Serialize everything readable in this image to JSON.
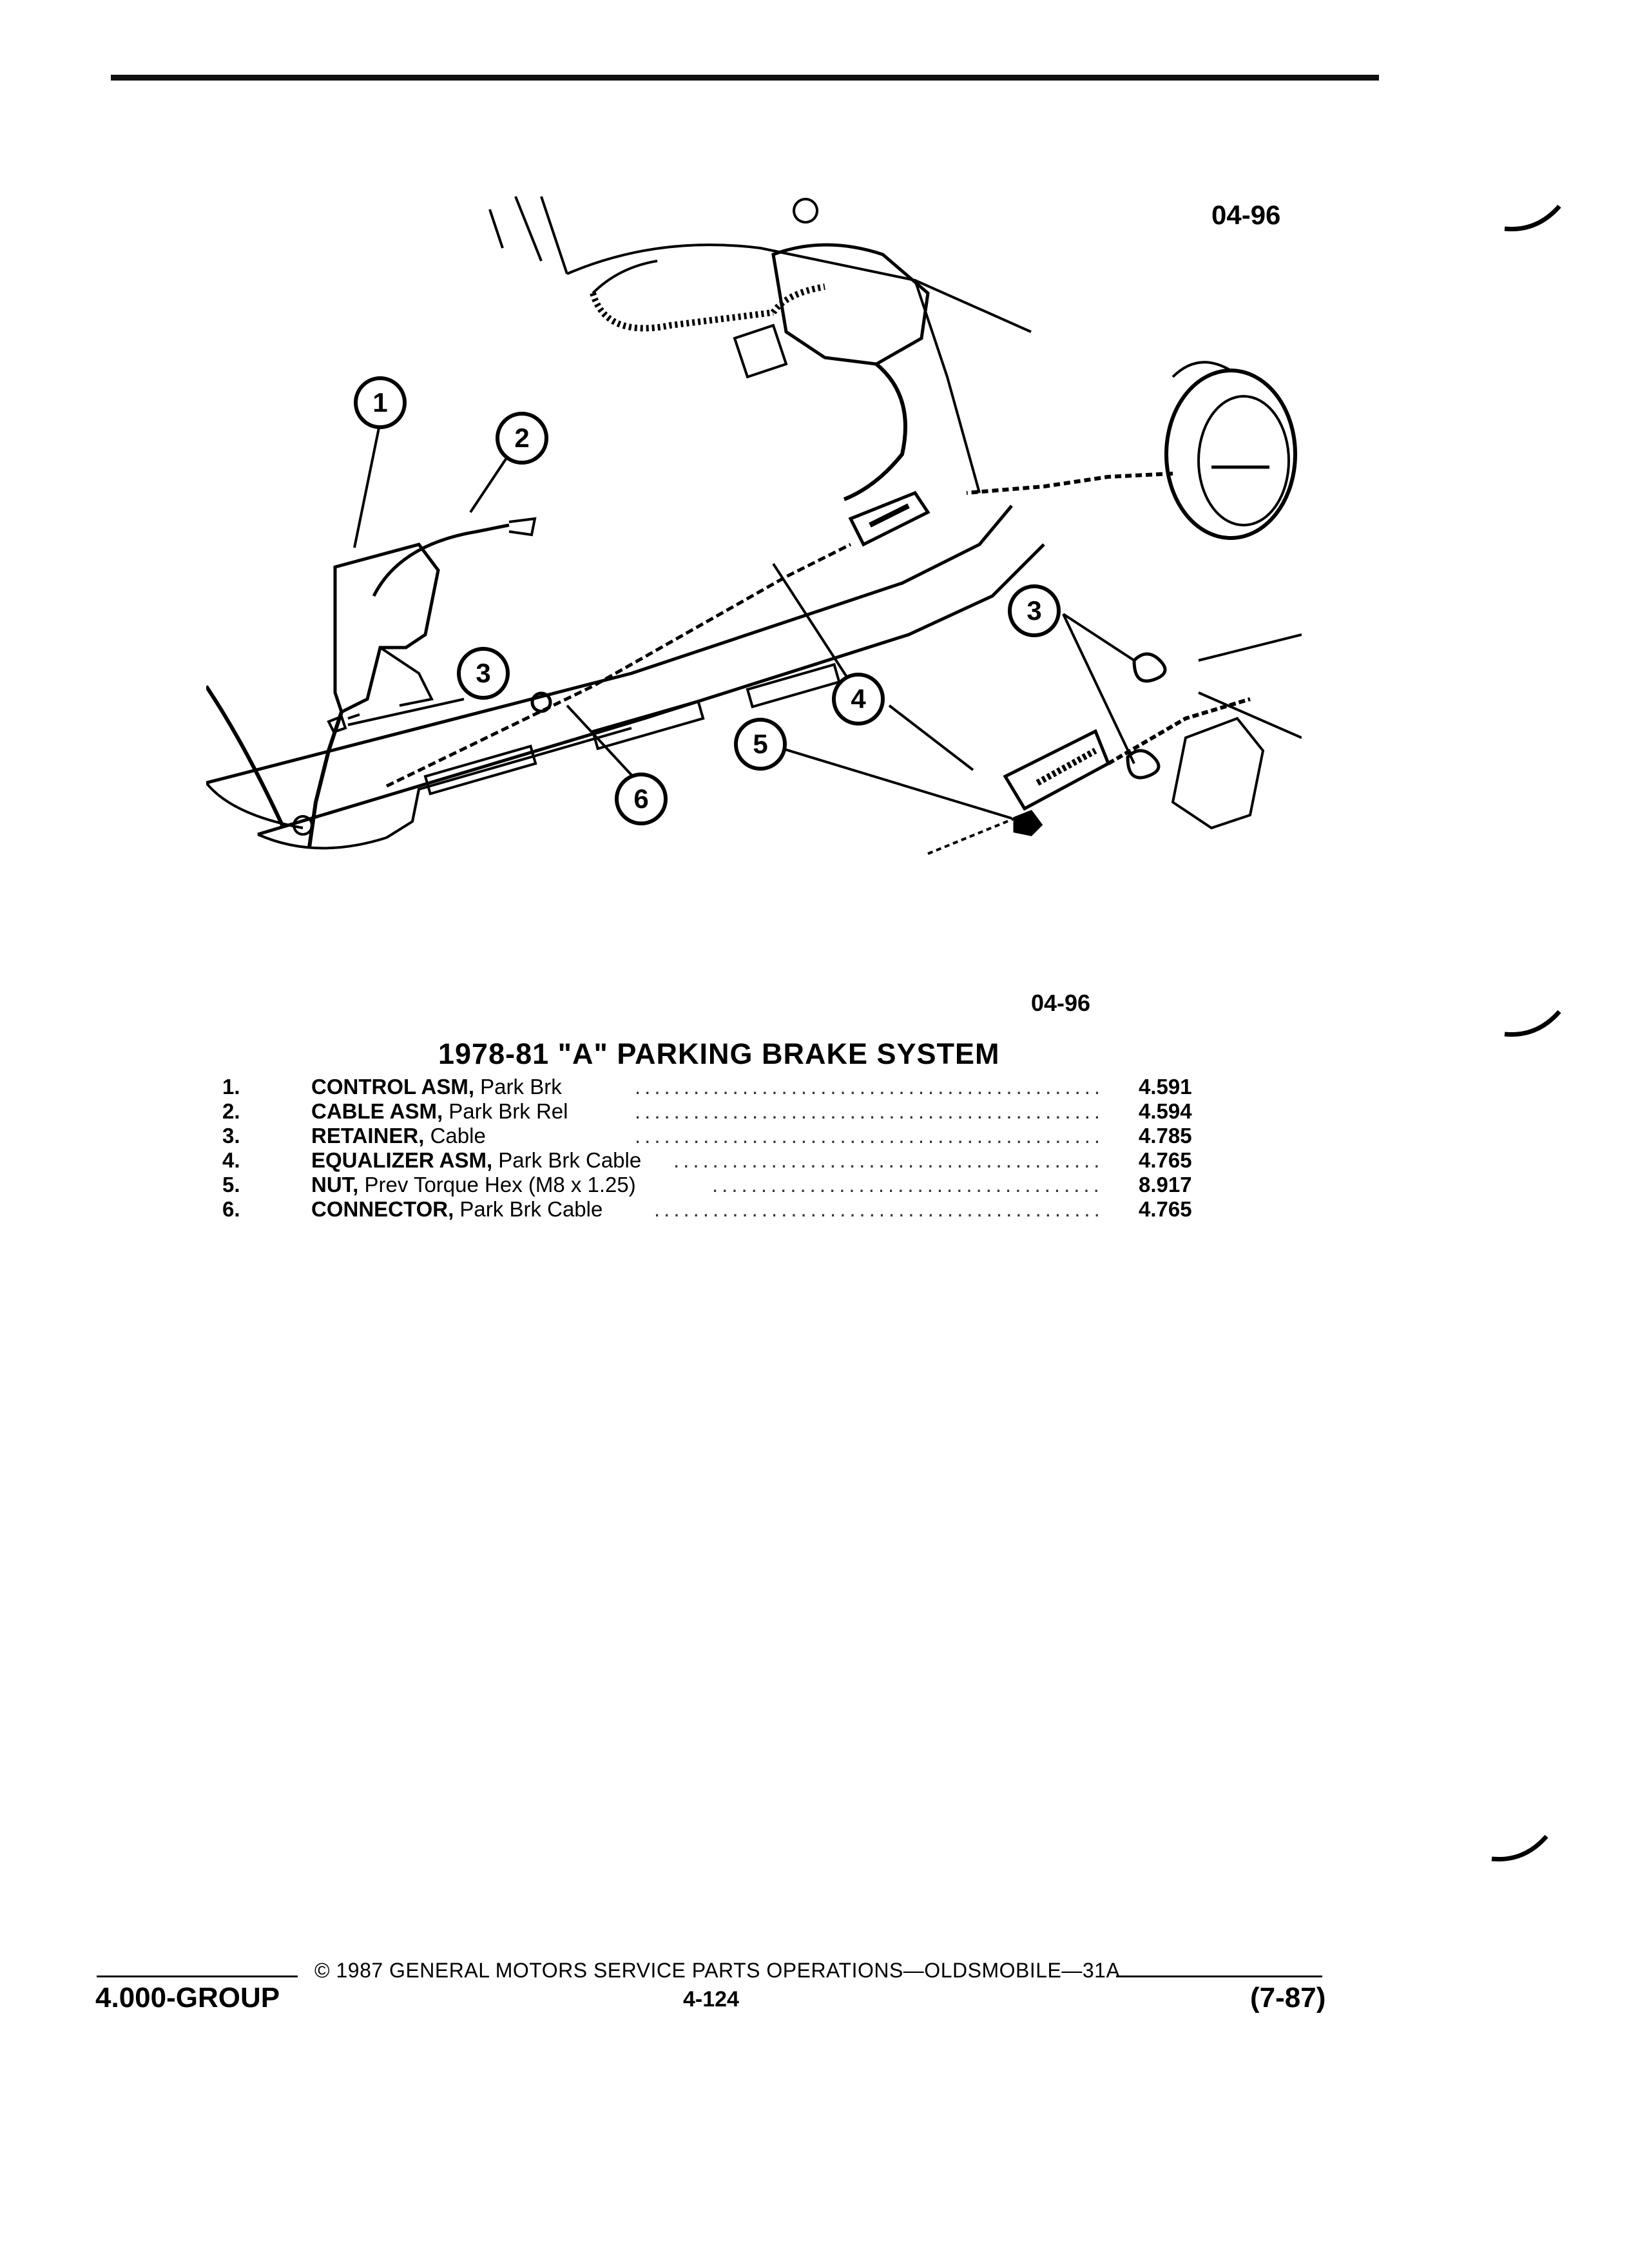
{
  "header": {
    "figure_code_top": "04-96"
  },
  "illustration": {
    "callouts": [
      "1",
      "2",
      "3",
      "3",
      "4",
      "5",
      "6"
    ],
    "figure_code_bottom": "04-96"
  },
  "title": "1978-81 \"A\" PARKING BRAKE SYSTEM",
  "parts": [
    {
      "num": "1.",
      "name": "CONTROL ASM,",
      "desc": " Park Brk",
      "code": "4.591"
    },
    {
      "num": "2.",
      "name": "CABLE ASM,",
      "desc": " Park Brk Rel",
      "code": "4.594"
    },
    {
      "num": "3.",
      "name": "RETAINER,",
      "desc": " Cable",
      "code": "4.785"
    },
    {
      "num": "4.",
      "name": "EQUALIZER ASM,",
      "desc": " Park Brk Cable",
      "code": "4.765"
    },
    {
      "num": "5.",
      "name": "NUT,",
      "desc": " Prev Torque Hex (M8 x 1.25)",
      "code": "8.917"
    },
    {
      "num": "6.",
      "name": "CONNECTOR,",
      "desc": " Park Brk Cable",
      "code": "4.765"
    }
  ],
  "footer": {
    "copyright": "© 1987 GENERAL MOTORS SERVICE PARTS OPERATIONS—OLDSMOBILE—31A",
    "group": "4.000-GROUP",
    "page": "4-124",
    "revision": "(7-87)"
  }
}
